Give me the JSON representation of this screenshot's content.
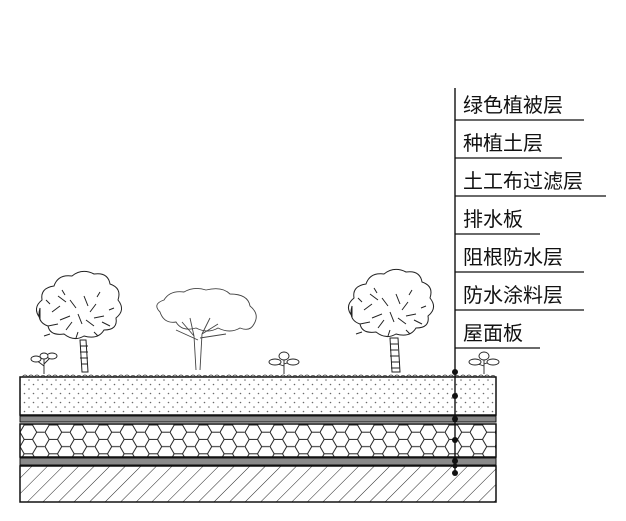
{
  "layers": [
    {
      "id": "green-vegetation-layer",
      "label": "绿色植被层"
    },
    {
      "id": "planting-soil-layer",
      "label": "种植土层"
    },
    {
      "id": "geotextile-filter-layer",
      "label": "土工布过滤层"
    },
    {
      "id": "drainage-board",
      "label": "排水板"
    },
    {
      "id": "root-barrier-waterproof-layer",
      "label": "阻根防水层"
    },
    {
      "id": "waterproof-coating-layer",
      "label": "防水涂料层"
    },
    {
      "id": "roof-slab",
      "label": "屋面板"
    }
  ],
  "colors": {
    "line": "#111111",
    "band": "#8a8a8a",
    "dot": "#6a6a6a",
    "background": "#ffffff"
  }
}
